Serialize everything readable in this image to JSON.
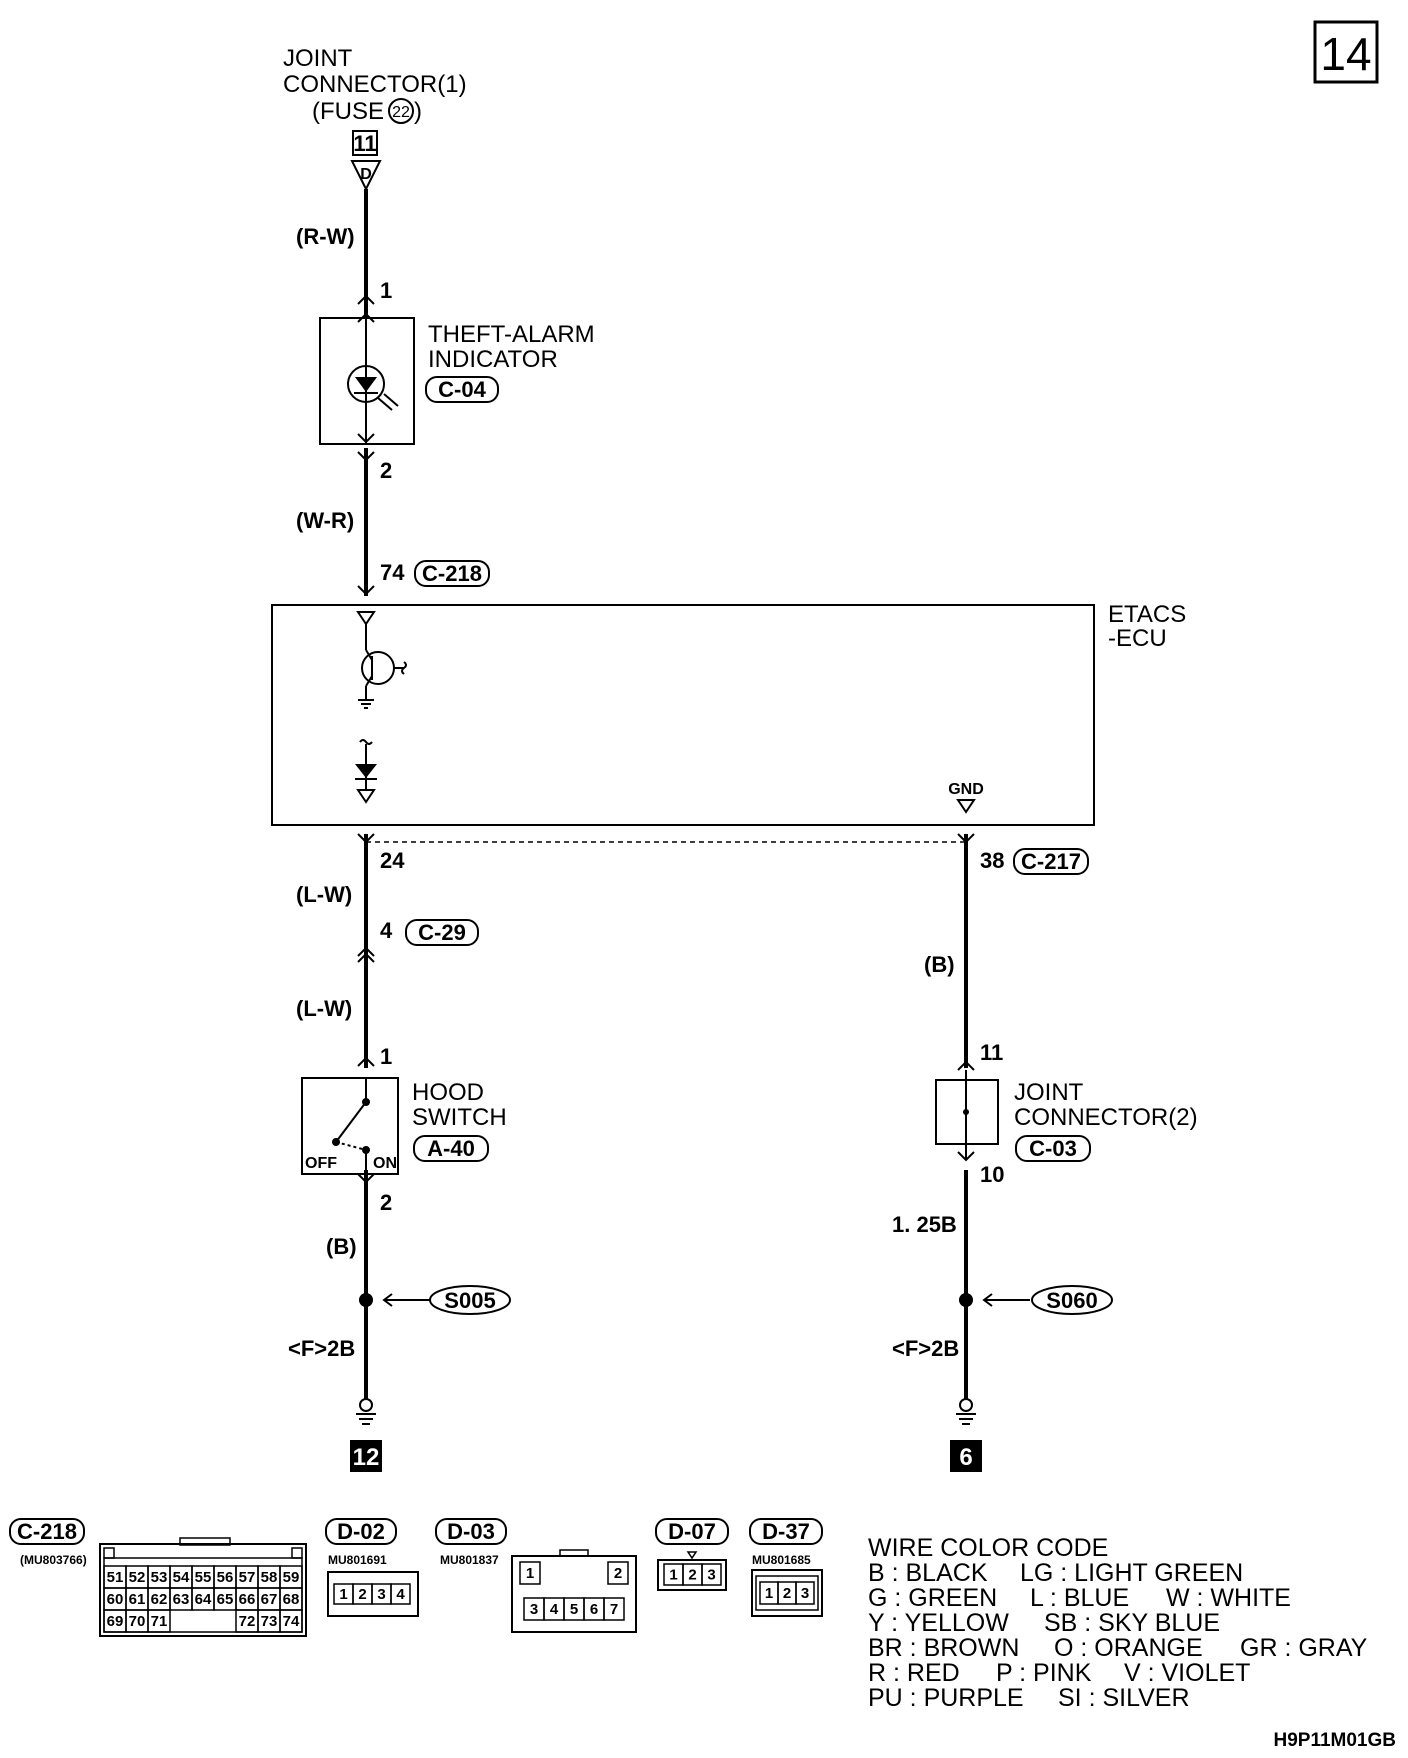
{
  "page_number": "14",
  "diagram_code": "H9P11M01GB",
  "joint_connector_1": {
    "line1": "JOINT",
    "line2": "CONNECTOR(1)",
    "fuse_prefix": "(FUSE",
    "fuse_number": "22",
    "fuse_suffix": ")",
    "ref_box": "11",
    "terminal": "D"
  },
  "wires": {
    "rw": "(R-W)",
    "wr": "(W-R)",
    "lw_upper": "(L-W)",
    "lw_lower": "(L-W)",
    "b_hood": "(B)",
    "b_right": "(B)",
    "ground_left": "<F>2B",
    "ground_right": "<F>2B",
    "size_right": "1. 25B"
  },
  "theft_alarm": {
    "line1": "THEFT-ALARM",
    "line2": "INDICATOR",
    "connector": "C-04",
    "pin_top": "1",
    "pin_bottom": "2"
  },
  "etacs": {
    "line1": "ETACS",
    "line2": "-ECU",
    "pin_74": "74",
    "conn_218": "C-218",
    "pin_24": "24",
    "pin_38": "38",
    "conn_217": "C-217",
    "gnd": "GND"
  },
  "intermediate": {
    "pin": "4",
    "connector": "C-29"
  },
  "hood_switch": {
    "line1": "HOOD",
    "line2": "SWITCH",
    "connector": "A-40",
    "pin_top": "1",
    "pin_bottom": "2",
    "off": "OFF",
    "on": "ON"
  },
  "joint_connector_2": {
    "line1": "JOINT",
    "line2": "CONNECTOR(2)",
    "connector": "C-03",
    "pin_top": "11",
    "pin_bottom": "10"
  },
  "splices": {
    "left": "S005",
    "right": "S060"
  },
  "grounds": {
    "left": "12",
    "right": "6"
  },
  "connector_views": {
    "c218": {
      "name": "C-218",
      "part": "(MU803766)",
      "row1": [
        "51",
        "52",
        "53",
        "54",
        "55",
        "56",
        "57",
        "58",
        "59"
      ],
      "row2": [
        "60",
        "61",
        "62",
        "63",
        "64",
        "65",
        "66",
        "67",
        "68"
      ],
      "row3a": [
        "69",
        "70",
        "71"
      ],
      "row3b": [
        "72",
        "73",
        "74"
      ]
    },
    "d02": {
      "name": "D-02",
      "part": "MU801691",
      "pins": [
        "1",
        "2",
        "3",
        "4"
      ]
    },
    "d03": {
      "name": "D-03",
      "part": "MU801837",
      "top": [
        "1",
        "2"
      ],
      "bottom": [
        "3",
        "4",
        "5",
        "6",
        "7"
      ]
    },
    "d07": {
      "name": "D-07",
      "pins": [
        "1",
        "2",
        "3"
      ]
    },
    "d37": {
      "name": "D-37",
      "part": "MU801685",
      "pins": [
        "1",
        "2",
        "3"
      ]
    }
  },
  "wire_color_code": {
    "title": "WIRE COLOR CODE",
    "lines": [
      [
        "B : BLACK",
        "LG : LIGHT GREEN"
      ],
      [
        "G : GREEN",
        "L : BLUE",
        "W : WHITE"
      ],
      [
        "Y : YELLOW",
        "SB : SKY BLUE"
      ],
      [
        "BR : BROWN",
        "O : ORANGE",
        "GR : GRAY"
      ],
      [
        "R : RED",
        "P : PINK",
        "V : VIOLET"
      ],
      [
        "PU : PURPLE",
        "SI : SILVER"
      ]
    ]
  }
}
